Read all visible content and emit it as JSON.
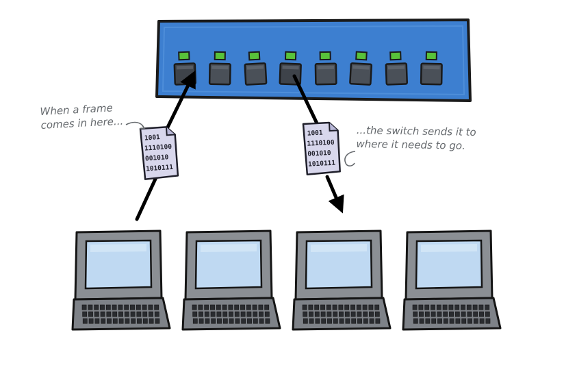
{
  "annotations": {
    "incoming_line1": "When a frame",
    "incoming_line2": "comes in here...",
    "outgoing_line1": "...the switch sends it to",
    "outgoing_line2": "where it needs to go."
  },
  "frame_bits": [
    "1001",
    "1110100",
    "001010",
    "1010111"
  ],
  "switch": {
    "port_count": 8,
    "incoming_port": 1,
    "outgoing_port": 4
  },
  "computers": {
    "count": 4,
    "sender": 1,
    "receiver": 3
  },
  "colors": {
    "switch_body": "#3d7fd0",
    "switch_border": "#1a1a1a",
    "port": "#4a5058",
    "port_light": "#58c23a",
    "computer_body": "#8b8f94",
    "screen": "#bfd9f2",
    "arrow": "#000000"
  }
}
